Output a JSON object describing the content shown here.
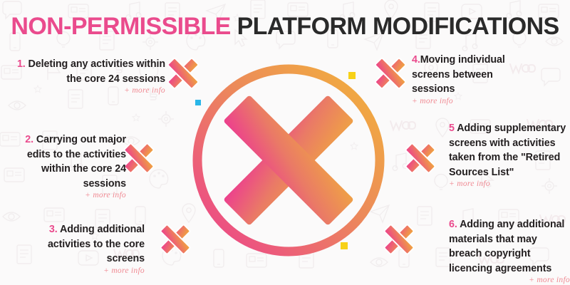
{
  "title": {
    "highlight": "NON-PERMISSIBLE",
    "rest": "PLATFORM MODIFICATIONS",
    "highlight_color": "#ea4b8d",
    "rest_color": "#2a2a2a"
  },
  "center": {
    "icon": "circle-x-icon",
    "gradient_from": "#f0a83c",
    "gradient_to": "#ec3f8e"
  },
  "more_info_label": "+ more info",
  "items": [
    {
      "number": "1.",
      "text": "Deleting any activities within the core 24 sessions",
      "more": "+ more info",
      "side": "left"
    },
    {
      "number": "2.",
      "text": "Carrying out major edits to the activities within the core 24 sessions",
      "more": "+ more info",
      "side": "left"
    },
    {
      "number": "3.",
      "text": "Adding additional activities to the core screens",
      "more": "+ more info",
      "side": "left"
    },
    {
      "number": "4.",
      "text": "Moving individual screens between sessions",
      "more": "+ more info",
      "side": "right"
    },
    {
      "number": "5",
      "text": "Adding supplementary screens with activities taken from the \"Retired Sources List\"",
      "more": "+ more info",
      "side": "right"
    },
    {
      "number": "6.",
      "text": "Adding any additional materials that may breach copyright licencing agreements",
      "more": "+ more info",
      "side": "right"
    }
  ],
  "decorations": {
    "x_mark_icon": "x-mark-icon",
    "square_accent_colors": [
      "#29b6e8",
      "#f7d117",
      "#f7d117"
    ]
  }
}
